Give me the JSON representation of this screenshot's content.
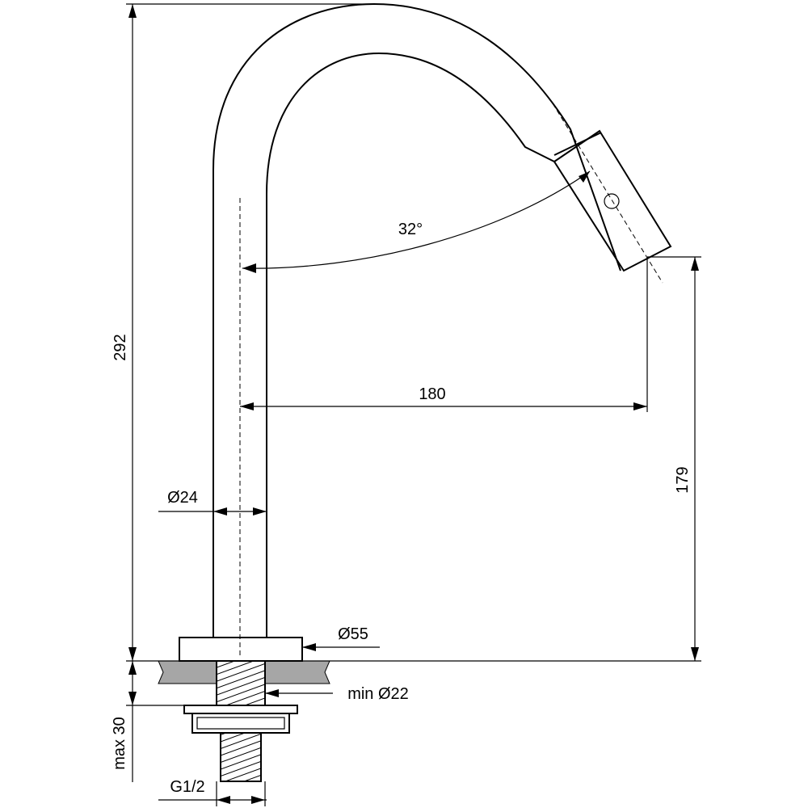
{
  "drawing": {
    "dimensions": {
      "total_height": "292",
      "angle": "32°",
      "reach": "180",
      "outlet_height": "179",
      "spout_diameter": "Ø24",
      "base_diameter": "Ø55",
      "hole_diameter": "min Ø22",
      "max_thickness": "max 30",
      "thread": "G1/2"
    },
    "colors": {
      "line": "#000000",
      "countertop": "#a6a6a6",
      "background": "#ffffff"
    }
  }
}
